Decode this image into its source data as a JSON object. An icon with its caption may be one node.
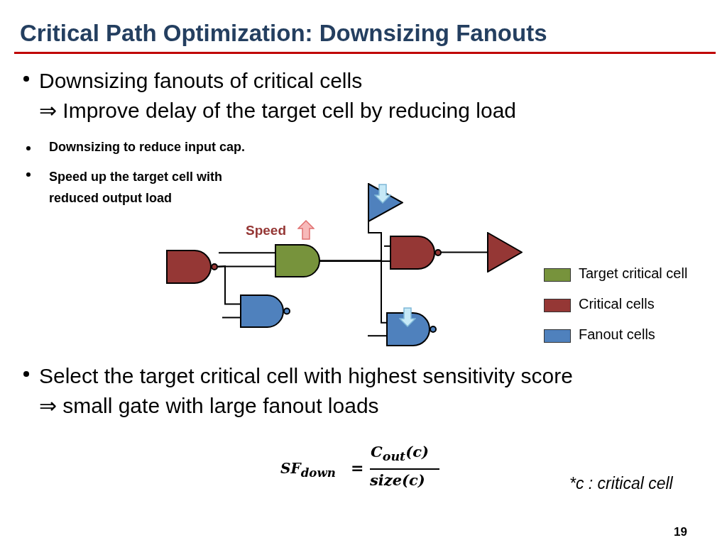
{
  "diagram": {
    "title": "Critical Path Optimization: Downsizing Fanouts",
    "nodes": [
      {
        "text": [],
        "shape": "nand"
      },
      {
        "text": [],
        "shape": "and",
        "beside": [
          "Speed"
        ]
      },
      {
        "text": [],
        "shape": "nand"
      },
      {
        "text": [],
        "shape": "triangle"
      },
      {
        "text": [],
        "shape": "nand"
      },
      {
        "text": [],
        "shape": "nand"
      },
      {
        "text": [],
        "shape": "triangle"
      }
    ],
    "edges": [
      {
        "from": 0,
        "to": 1,
        "arrow": "none"
      },
      {
        "from": 0,
        "to": 2,
        "arrow": "none"
      },
      {
        "from": 1,
        "to": 4,
        "arrow": "none"
      },
      {
        "from": 1,
        "to": 3,
        "arrow": "none"
      },
      {
        "from": 1,
        "to": 5,
        "arrow": "none"
      },
      {
        "from": 4,
        "to": 6,
        "arrow": "none"
      },
      {
        "from": null,
        "to": 1,
        "arrow": "none"
      },
      {
        "from": null,
        "to": 2,
        "arrow": "none"
      },
      {
        "from": null,
        "to": 4,
        "arrow": "none"
      },
      {
        "from": null,
        "to": 5,
        "arrow": "none"
      }
    ],
    "labels": [
      "Downsizing fanouts of critical cells",
      "⇒ Improve delay of the target cell by reducing load",
      "Downsizing to reduce input cap.",
      "Speed up the target cell with reduced output load",
      "Select the target critical cell with highest sensitivity score",
      "⇒ small gate with large fanout loads",
      "SF$_{down}$",
      "=",
      "C$_{out}$(c)",
      "size(c)",
      "*c : critical cell",
      "19"
    ],
    "legend": [
      {
        "text": "Target critical cell",
        "color": "#77933c"
      },
      {
        "text": "Critical cells",
        "color": "#953735"
      },
      {
        "text": "Fanout cells",
        "color": "#4f81bd"
      }
    ]
  }
}
